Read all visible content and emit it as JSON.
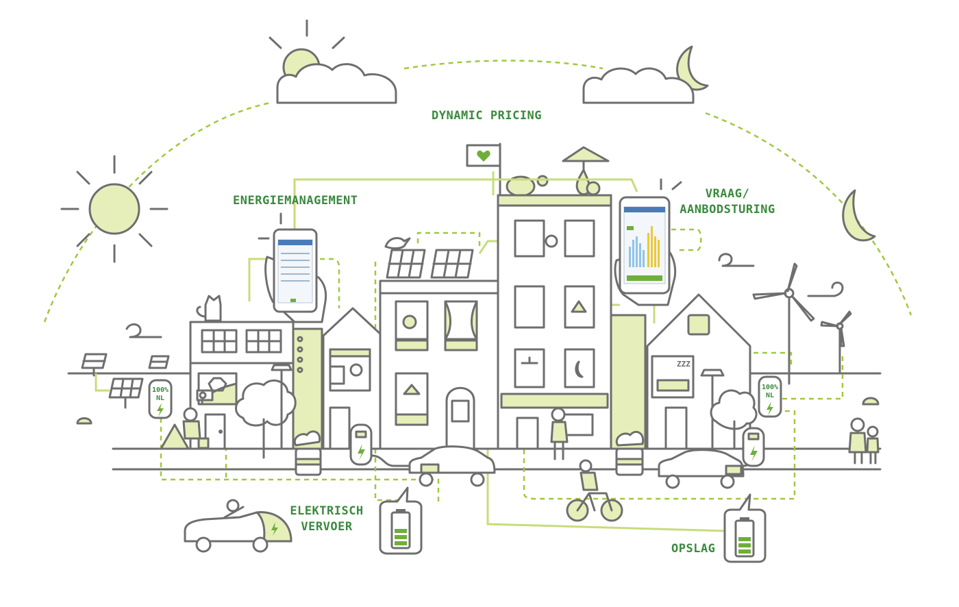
{
  "labels": {
    "dynamic_pricing": "DYNAMIC PRICING",
    "energiemanagement": "ENERGIEMANAGEMENT",
    "vraag": "VRAAG/",
    "aanbodsturing": "AANBODSTURING",
    "elektrisch": "ELEKTRISCH",
    "vervoer": "VERVOER",
    "opslag": "OPSLAG"
  },
  "chargers": {
    "left_top": "100%",
    "left_bottom": "NL",
    "right_top": "100%",
    "right_bottom": "NL"
  },
  "sleep_text": "ZZZ",
  "colors": {
    "line": "#6e6e6e",
    "accent_green": "#3a8a3d",
    "light_green": "#e6efb9",
    "dash_green": "#9fc83e",
    "battery_green": "#6fae3b"
  },
  "icons": [
    "sun-icon",
    "cloud-icon",
    "moon-icon",
    "heart-flag-icon",
    "smartphone-icon",
    "solar-panel-icon",
    "wind-turbine-icon",
    "charging-station-icon",
    "electric-car-icon",
    "battery-icon",
    "bicycle-icon",
    "tree-icon",
    "cat-icon",
    "bird-icon",
    "parasol-icon",
    "lamp-icon",
    "shower-icon"
  ]
}
